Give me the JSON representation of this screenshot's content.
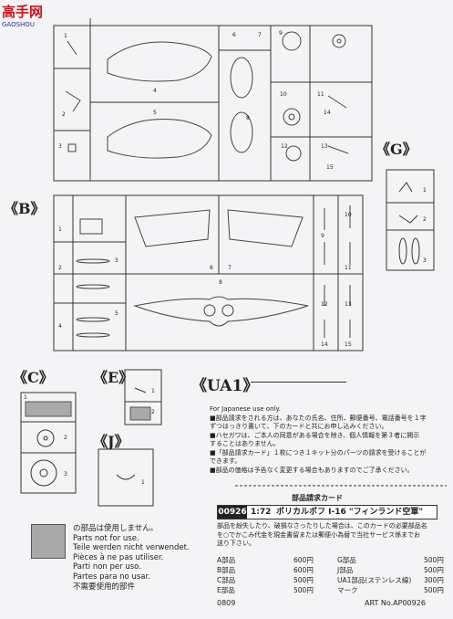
{
  "watermark": {
    "brand": "高手网",
    "sub": "GAOSHOU"
  },
  "sections": {
    "B": "《B》",
    "C": "《C》",
    "E": "《E》",
    "G": "《G》",
    "J": "《J》"
  },
  "ua1": {
    "label": "《UA1》"
  },
  "part_numbers": {
    "A": [
      "1",
      "2",
      "3",
      "4",
      "5",
      "6",
      "7",
      "8",
      "9",
      "10",
      "11",
      "12",
      "13",
      "14",
      "15"
    ],
    "B": [
      "1",
      "2",
      "3",
      "4",
      "5",
      "6",
      "7",
      "8",
      "9",
      "10",
      "11",
      "12",
      "13",
      "14",
      "15"
    ],
    "C": [
      "1",
      "2",
      "3"
    ],
    "E": [
      "1",
      "2"
    ],
    "G": [
      "1",
      "2",
      "3"
    ],
    "J": [
      "1"
    ]
  },
  "japan_notice": {
    "title": "For Japanese use only.",
    "lines": [
      "■部品請求をされる方は、あなたの氏名、住所、郵便番号、電話番号を１字",
      "ずつはっきり書いて、下のカードと共にお申し込みください。",
      "■ハセガワは、ご本人の同意がある場合を除き、個人情報を第３者に開示",
      "することはありません。",
      "■「部品請求カード」１枚につき１キット分のパーツの請求を受けることが",
      "できます。",
      "■部品の価格は予告なく変更する場合もありますのでご了承ください。"
    ]
  },
  "card": {
    "title": "部品請求カード",
    "code": "00926",
    "scale": "1:72",
    "kit_name": "ポリカルポフ I-16 \"フィンランド空軍\"",
    "desc_lines": [
      "部品を紛失したり、破損なさったりした場合は、このカードの必要部品名",
      "を○でかこみ代金を現金書留または郵便小為替で当社サービス係までお",
      "送り下さい。"
    ],
    "prices": [
      {
        "part": "A部品",
        "price": "600円",
        "part2": "G部品",
        "price2": "500円"
      },
      {
        "part": "B部品",
        "price": "600円",
        "part2": "J部品",
        "price2": "500円"
      },
      {
        "part": "C部品",
        "price": "500円",
        "part2": "UA1部品(ステンレス線)",
        "price2": "300円"
      },
      {
        "part": "E部品",
        "price": "500円",
        "part2": "マーク",
        "price2": "500円"
      }
    ],
    "footer_left": "0809",
    "footer_right": "ART No.AP00926"
  },
  "unused_parts": {
    "lines": [
      "の部品は使用しません。",
      "Parts not for use.",
      "Teile werden nicht verwendet.",
      "Pièces à ne pas utiliser.",
      "Parti non per uso.",
      "Partes para no usar.",
      "不需要使用的部件"
    ]
  }
}
